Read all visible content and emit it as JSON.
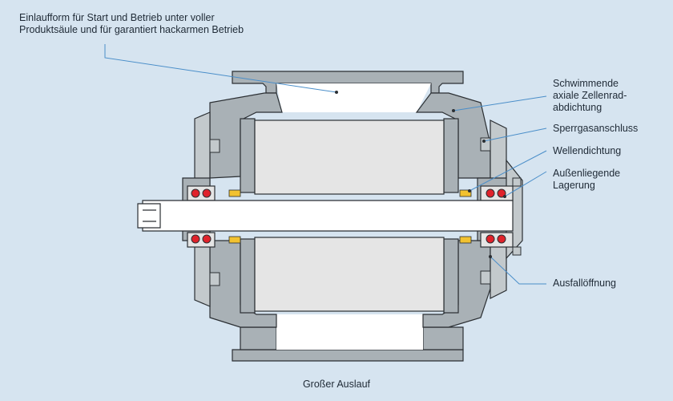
{
  "colors": {
    "background": "#d6e4f0",
    "housing": "#a9b1b6",
    "housing_light": "#c3c9cc",
    "inner": "#e5e5e5",
    "white": "#ffffff",
    "outline": "#2b2f33",
    "leader": "#4a8ec9",
    "bearing_red": "#e0222a",
    "seal_yellow": "#f2c230"
  },
  "labels": {
    "intake": "Einlaufform für Start und Betrieb unter voller\nProduktsäule und für garantiert hackarmen Betrieb",
    "seal": "Schwimmende\naxiale Zellenrad-\nabdichtung",
    "gas": "Sperrgasanschluss",
    "shaft": "Wellendichtung",
    "bearing": "Außenliegende\nLagerung",
    "outlet": "Ausfallöffnung"
  },
  "caption": "Großer Auslauf"
}
